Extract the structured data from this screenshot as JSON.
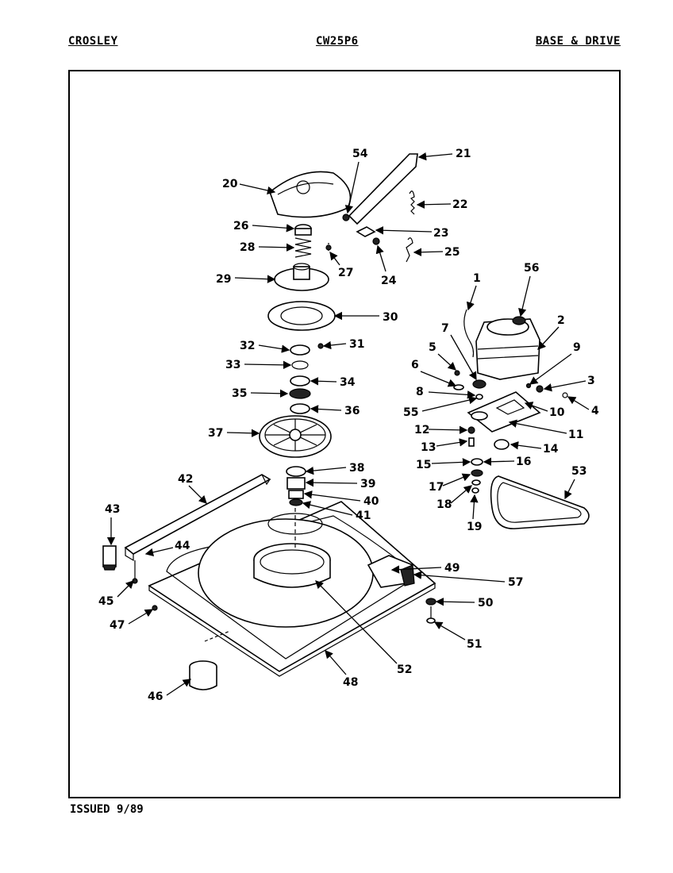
{
  "header": {
    "brand": "CROSLEY",
    "model": "CW25P6",
    "section": "BASE & DRIVE"
  },
  "footer": {
    "issued": "ISSUED 9/89"
  },
  "callouts": [
    "1",
    "2",
    "3",
    "4",
    "5",
    "6",
    "7",
    "8",
    "9",
    "10",
    "11",
    "12",
    "13",
    "14",
    "15",
    "16",
    "17",
    "18",
    "19",
    "20",
    "21",
    "22",
    "23",
    "24",
    "25",
    "26",
    "27",
    "28",
    "29",
    "30",
    "31",
    "32",
    "33",
    "34",
    "35",
    "36",
    "37",
    "38",
    "39",
    "40",
    "41",
    "42",
    "43",
    "44",
    "45",
    "46",
    "47",
    "48",
    "49",
    "50",
    "51",
    "52",
    "53",
    "54",
    "55",
    "56",
    "57"
  ]
}
